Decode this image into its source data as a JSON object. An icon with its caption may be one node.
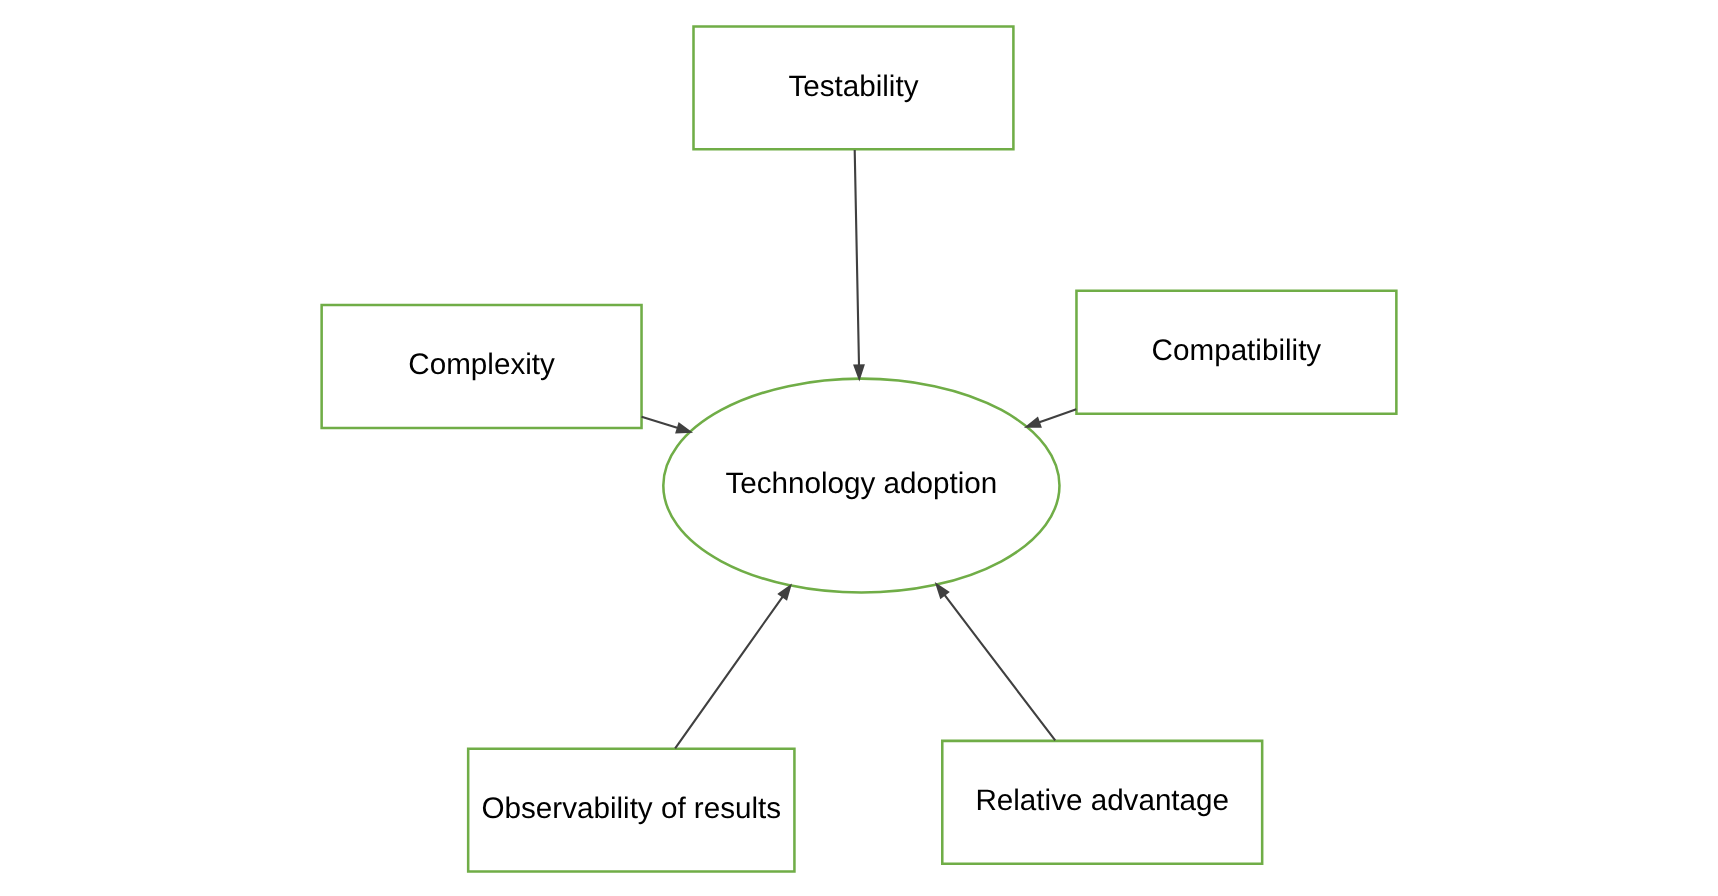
{
  "diagram": {
    "nodes": [
      {
        "text": [
          "Observability of results"
        ]
      },
      {
        "text": [
          "Relative advantage"
        ]
      },
      {
        "text": [
          "Technology adoption"
        ]
      },
      {
        "text": [
          "Testability"
        ]
      },
      {
        "text": [
          "Compatibility"
        ]
      },
      {
        "text": [
          "Complexity"
        ]
      }
    ],
    "edges": [
      {
        "from": 0,
        "to": 2,
        "arrow": "to"
      },
      {
        "from": 1,
        "to": 2,
        "arrow": "to"
      },
      {
        "from": 3,
        "to": 2,
        "arrow": "to"
      },
      {
        "from": 4,
        "to": 2,
        "arrow": "to"
      },
      {
        "from": 5,
        "to": 2,
        "arrow": "to"
      }
    ]
  }
}
